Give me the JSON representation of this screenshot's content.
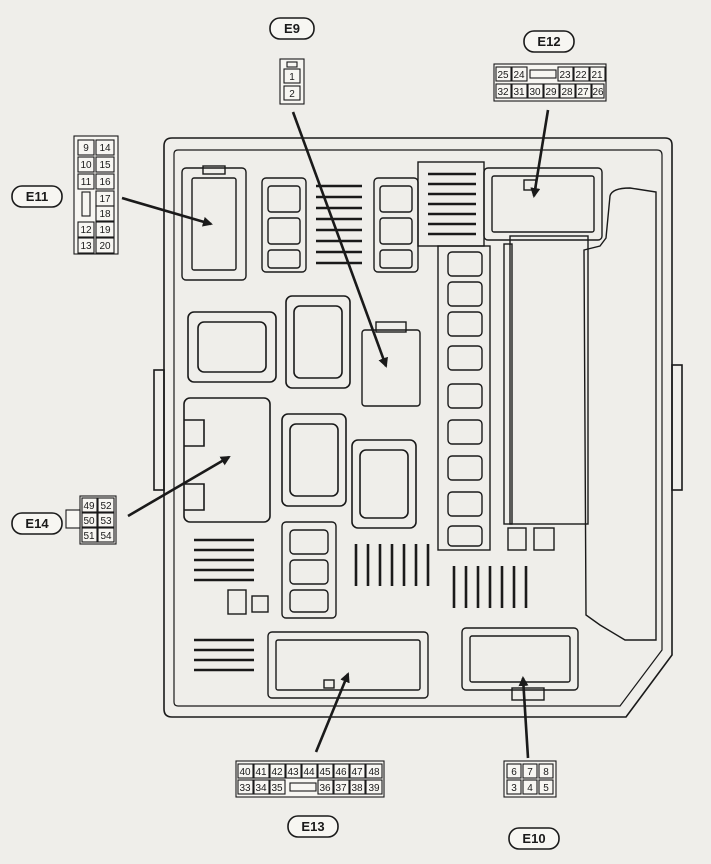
{
  "diagram": {
    "labels": {
      "e9": "E9",
      "e10": "E10",
      "e11": "E11",
      "e12": "E12",
      "e13": "E13",
      "e14": "E14"
    },
    "connectors": {
      "e9": {
        "pins": [
          "1",
          "2"
        ]
      },
      "e10": {
        "rows": [
          [
            "6",
            "7",
            "8"
          ],
          [
            "3",
            "4",
            "5"
          ]
        ]
      },
      "e11": {
        "rows": [
          [
            "9",
            "14"
          ],
          [
            "10",
            "15"
          ],
          [
            "11",
            "16"
          ],
          [
            "",
            "17"
          ],
          [
            "",
            "18"
          ],
          [
            "12",
            "19"
          ],
          [
            "13",
            "20"
          ]
        ]
      },
      "e12": {
        "rows": [
          [
            "25",
            "24",
            "",
            "23",
            "22",
            "21"
          ],
          [
            "32",
            "31",
            "30",
            "29",
            "28",
            "27",
            "26"
          ]
        ]
      },
      "e13": {
        "rows": [
          [
            "40",
            "41",
            "42",
            "43",
            "44",
            "45",
            "46",
            "47",
            "48"
          ],
          [
            "33",
            "34",
            "35",
            "",
            "36",
            "37",
            "38",
            "39"
          ]
        ]
      },
      "e14": {
        "rows": [
          [
            "49",
            "52"
          ],
          [
            "50",
            "53"
          ],
          [
            "51",
            "54"
          ]
        ]
      }
    },
    "colors": {
      "line": "#1a1a1a",
      "background": "#efeeea",
      "box": "#f7f6f2"
    }
  }
}
